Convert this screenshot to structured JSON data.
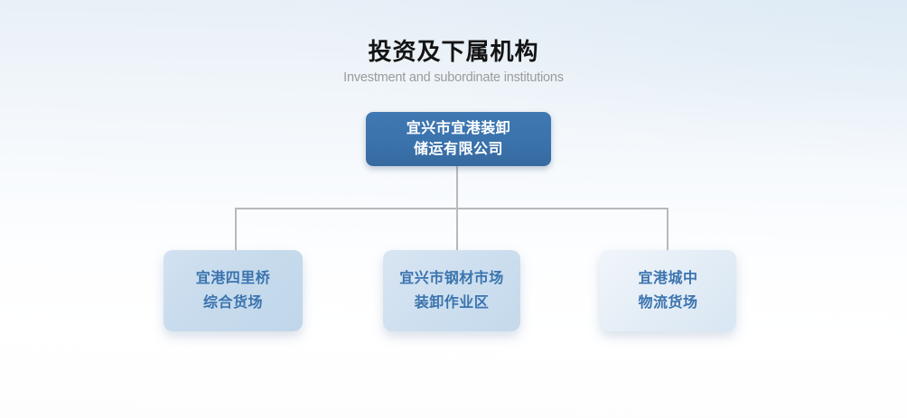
{
  "header": {
    "title": "投资及下属机构",
    "subtitle": "Investment and subordinate institutions"
  },
  "org_chart": {
    "root": {
      "line1": "宜兴市宜港装卸",
      "line2": "储运有限公司"
    },
    "children": [
      {
        "line1": "宜港四里桥",
        "line2": "综合货场"
      },
      {
        "line1": "宜兴市钢材市场",
        "line2": "装卸作业区"
      },
      {
        "line1": "宜港城中",
        "line2": "物流货场"
      }
    ]
  },
  "colors": {
    "root_box_bg": "#3a72ac",
    "root_box_text": "#ffffff",
    "child_box_text": "#3b74ae",
    "child_box_bg_1": "#c7dbed",
    "child_box_bg_2": "#cddfef",
    "child_box_bg_3": "#e4edf6",
    "connector_line": "#b9b9b9",
    "title_text": "#141414",
    "subtitle_text": "#9b9b9b",
    "page_bg_top": "#e7eff7",
    "page_bg_bottom": "#ffffff"
  }
}
